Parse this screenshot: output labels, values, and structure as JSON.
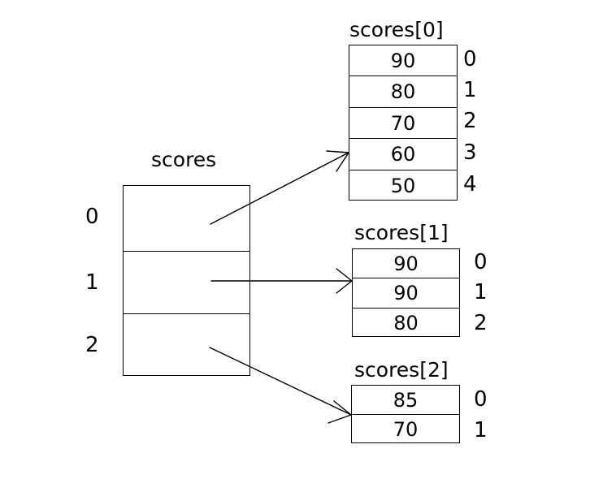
{
  "diagram": {
    "title_outer": "scores",
    "outer_indices": [
      "0",
      "1",
      "2"
    ],
    "inner_arrays": [
      {
        "label": "scores[0]",
        "values": [
          "90",
          "80",
          "70",
          "60",
          "50"
        ],
        "indices": [
          "0",
          "1",
          "2",
          "3",
          "4"
        ]
      },
      {
        "label": "scores[1]",
        "values": [
          "90",
          "90",
          "80"
        ],
        "indices": [
          "0",
          "1",
          "2"
        ]
      },
      {
        "label": "scores[2]",
        "values": [
          "85",
          "70"
        ],
        "indices": [
          "0",
          "1"
        ]
      }
    ],
    "colors": {
      "stroke": "#000000",
      "background": "#ffffff",
      "text": "#000000"
    }
  }
}
